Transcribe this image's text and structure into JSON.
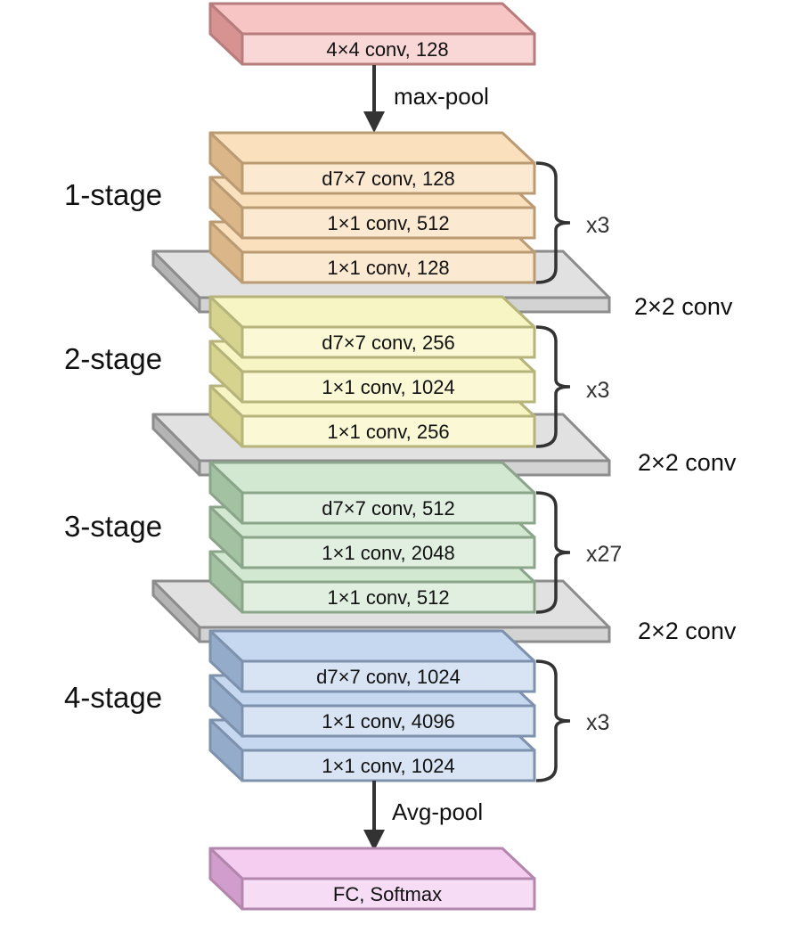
{
  "top_block": {
    "label": "4×4 conv, 128",
    "color": "#f4a6a6"
  },
  "max_pool_label": "max-pool",
  "stages": [
    {
      "name": "1-stage",
      "repeat": "x3",
      "color": "#f8cf9a",
      "layers": [
        "d7×7 conv, 128",
        "1×1 conv, 512",
        "1×1 conv, 128"
      ],
      "downsample": "2×2 conv"
    },
    {
      "name": "2-stage",
      "repeat": "x3",
      "color": "#f3f0a2",
      "layers": [
        "d7×7 conv, 256",
        "1×1 conv, 1024",
        "1×1 conv, 256"
      ],
      "downsample": "2×2 conv"
    },
    {
      "name": "3-stage",
      "repeat": "x27",
      "color": "#b9dcb8",
      "layers": [
        "d7×7 conv, 512",
        "1×1 conv, 2048",
        "1×1 conv, 512"
      ],
      "downsample": "2×2 conv"
    },
    {
      "name": "4-stage",
      "repeat": "x3",
      "color": "#a8c3e6",
      "layers": [
        "d7×7 conv, 1024",
        "1×1 conv, 4096",
        "1×1 conv, 1024"
      ]
    }
  ],
  "avg_pool_label": "Avg-pool",
  "bottom_block": {
    "label": "FC, Softmax",
    "color": "#eeb2e8"
  },
  "downsample_color": "#c8c8c8"
}
